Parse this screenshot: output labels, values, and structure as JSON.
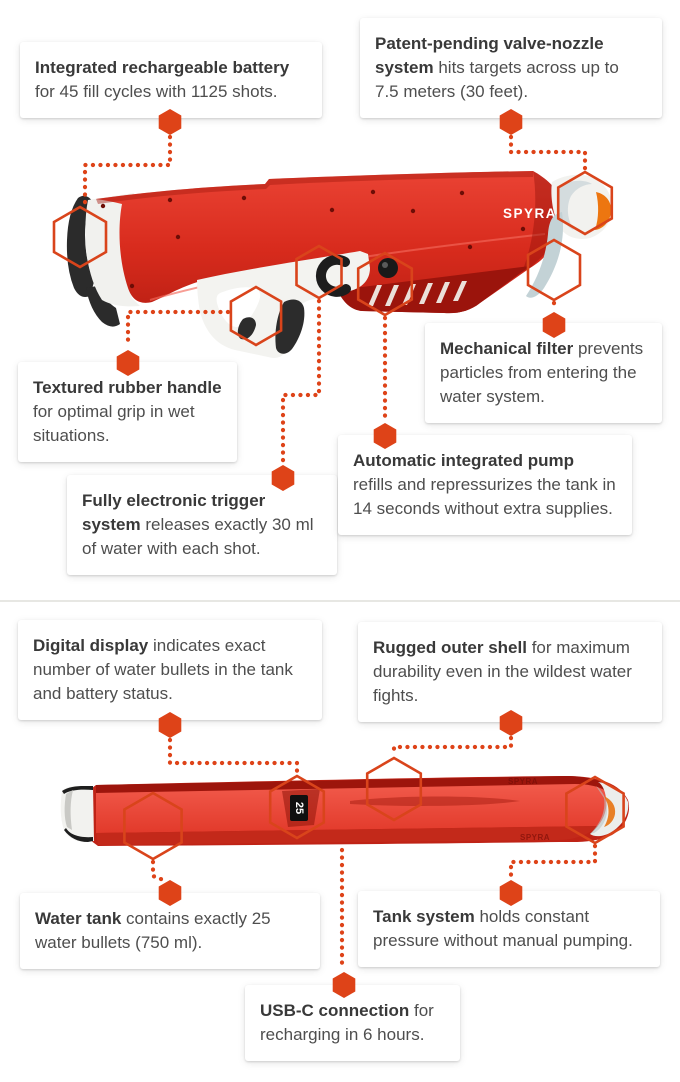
{
  "brand": "SPYRA",
  "accent_color": "#de4318",
  "display": {
    "value": "25"
  },
  "features": [
    {
      "name": "battery",
      "bold": "Integrated rechargeable battery",
      "text": "for 45 fill cycles with 1125 shots."
    },
    {
      "name": "valve-nozzle",
      "bold": "Patent-pending valve-nozzle system",
      "text": "hits targets across up to 7.5 meters (30 feet)."
    },
    {
      "name": "handle",
      "bold": "Textured rubber handle",
      "text": "for optimal grip in wet situations."
    },
    {
      "name": "trigger",
      "bold": "Fully electronic trigger system",
      "text": "releases exactly 30 ml of water with each shot."
    },
    {
      "name": "filter",
      "bold": "Mechanical filter",
      "text": "prevents particles from entering the water system."
    },
    {
      "name": "pump",
      "bold": "Automatic integrated pump",
      "text": "refills and repressurizes the tank in 14 seconds without extra supplies."
    },
    {
      "name": "digital-display",
      "bold": "Digital display",
      "text": "indicates exact number of water bullets in the tank and battery status."
    },
    {
      "name": "outer-shell",
      "bold": "Rugged outer shell",
      "text": "for maximum durability even in the wildest water fights."
    },
    {
      "name": "water-tank",
      "bold": "Water tank",
      "text": "contains exactly 25 water bullets (750 ml)."
    },
    {
      "name": "tank-system",
      "bold": "Tank system",
      "text": "holds constant pressure without manual pumping."
    },
    {
      "name": "usb-c",
      "bold": "USB-C connection",
      "text": "for recharging in 6 hours."
    }
  ]
}
